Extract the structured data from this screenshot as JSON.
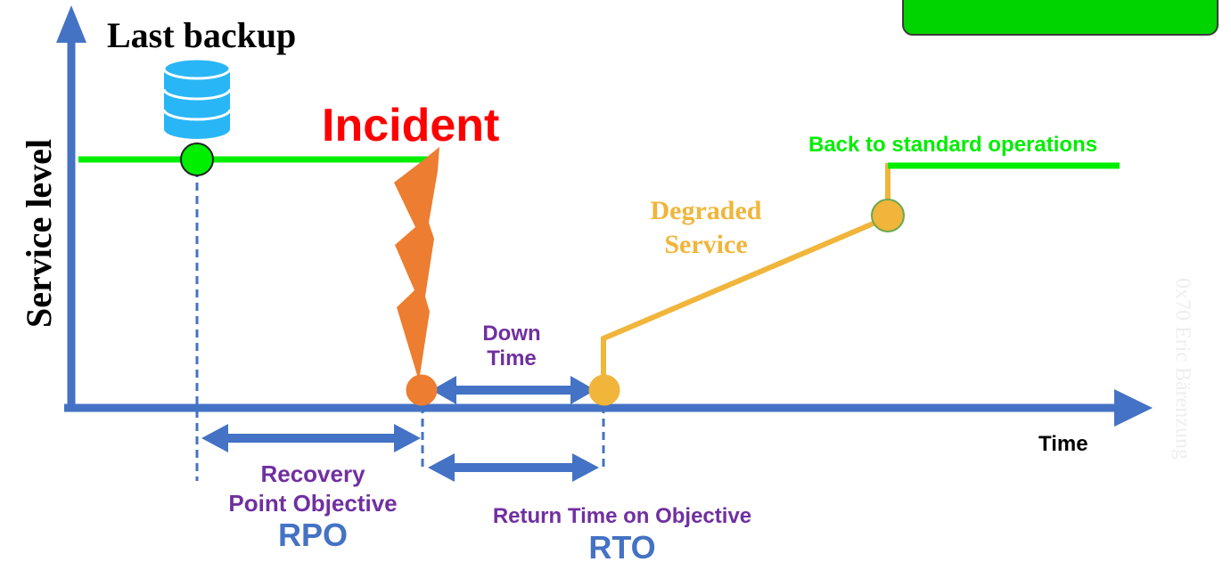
{
  "diagram": {
    "y_axis_label": "Service level",
    "x_axis_label": "Time",
    "last_backup_label": "Last backup",
    "incident_label": "Incident",
    "back_to_standard_label": "Back to standard operations",
    "degraded_label_line1": "Degraded",
    "degraded_label_line2": "Service",
    "down_time_line1": "Down",
    "down_time_line2": "Time",
    "rpo_line1": "Recovery",
    "rpo_line2": "Point Objective",
    "rpo_abbr": "RPO",
    "rto_full": "Return Time on Objective",
    "rto_abbr": "RTO",
    "watermark": "0x70 Eric Bärenzung"
  },
  "colors": {
    "axis": "#4472c4",
    "service_level": "#00ee00",
    "incident_red": "#ff0000",
    "incident_bolt": "#ed7d31",
    "degraded": "#f0b53a",
    "annotation_purple": "#7030a0",
    "box_fill": "#00d400",
    "database_blue": "#29b6f6"
  },
  "icons": {
    "database": "database-icon",
    "incident": "lightning-bolt-icon"
  }
}
